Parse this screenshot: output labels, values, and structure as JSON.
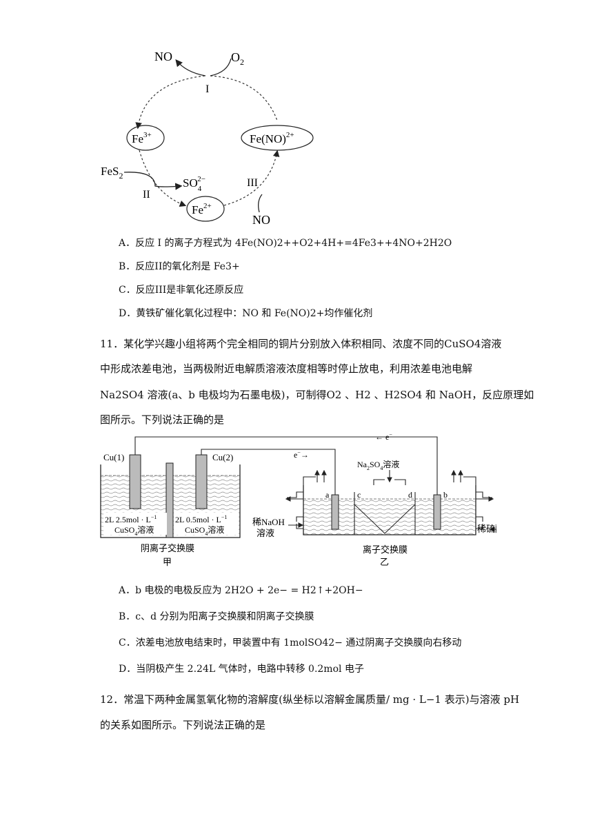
{
  "cycle": {
    "no_top": "NO",
    "o2": "O2",
    "reaction_1": "I",
    "fe3": "Fe3+",
    "fe_no": "Fe(NO)2+",
    "fes2": "FeS2",
    "so4": "SO42−",
    "reaction_2": "II",
    "reaction_3": "III",
    "fe2": "Fe2+",
    "no_bottom": "NO"
  },
  "q10": {
    "A": "A．反应 I 的离子方程式为 4Fe(NO)2++O2+4H+=4Fe3++4NO+2H2O",
    "B": "B．反应II的氧化剂是 Fe3+",
    "C": "C．反应III是非氧化还原反应",
    "D": "D．黄铁矿催化氧化过程中：NO 和 Fe(NO)2+均作催化剂"
  },
  "q11": {
    "stem1": "11．某化学兴趣小组将两个完全相同的铜片分别放入体积相同、浓度不同的CuSO4溶液",
    "stem2": "中形成浓差电池，当两极附近电解质溶液浓度相等时停止放电，利用浓差电池电解",
    "stem3": "Na2SO4 溶液(a、b 电极均为石墨电极)，可制得O2 、H2 、H2SO4 和 NaOH，反应原理如",
    "stem4": "图所示。下列说法正确的是",
    "diagram": {
      "cu1": "Cu(1)",
      "cu2": "Cu(2)",
      "left_conc": "2L 2.5mol · L−1",
      "right_conc": "2L 0.5mol · L−1",
      "cuso4": "CuSO4溶液",
      "membrane_left": "阴离子交换膜",
      "jia": "甲",
      "e_top": "← e−",
      "e_mid": "e−→",
      "na2so4": "Na2SO4溶液",
      "a": "a",
      "b": "b",
      "c": "c",
      "d": "d",
      "naoh1": "稀NaOH",
      "naoh2": "溶液",
      "acid": "稀硫酸",
      "membrane_right": "离子交换膜",
      "yi": "乙"
    },
    "A": "A．b 电极的电极反应为 2H2O + 2e− = H2↑+2OH−",
    "B": "B．c、d 分别为阳离子交换膜和阴离子交换膜",
    "C": "C．浓差电池放电结束时，甲装置中有 1molSO42− 通过阴离子交换膜向右移动",
    "D": "D．当阴极产生 2.24L 气体时，电路中转移 0.2mol 电子"
  },
  "q12": {
    "stem1": "12．常温下两种金属氢氧化物的溶解度(纵坐标以溶解金属质量/ mg · L−1 表示)与溶液 pH",
    "stem2": "的关系如图所示。下列说法正确的是"
  }
}
